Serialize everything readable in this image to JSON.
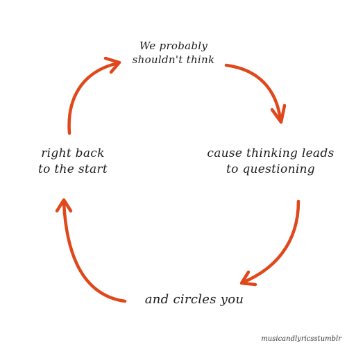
{
  "diagram": {
    "type": "cycle",
    "accent_color": "#e0481c",
    "steps": [
      {
        "id": "top",
        "lines": [
          "We probably",
          "shouldn't think"
        ]
      },
      {
        "id": "right",
        "lines": [
          "cause thinking leads",
          "to questioning"
        ]
      },
      {
        "id": "bottom",
        "lines": [
          "and circles you"
        ]
      },
      {
        "id": "left",
        "lines": [
          "right back",
          "to the start"
        ]
      }
    ],
    "arrows": [
      {
        "from": "top",
        "to": "right",
        "icon": "curved-arrow-icon"
      },
      {
        "from": "right",
        "to": "bottom",
        "icon": "curved-arrow-icon"
      },
      {
        "from": "bottom",
        "to": "left",
        "icon": "curved-arrow-icon"
      },
      {
        "from": "left",
        "to": "top",
        "icon": "curved-arrow-icon"
      }
    ]
  },
  "watermark": "musicandlyricsstumblr"
}
